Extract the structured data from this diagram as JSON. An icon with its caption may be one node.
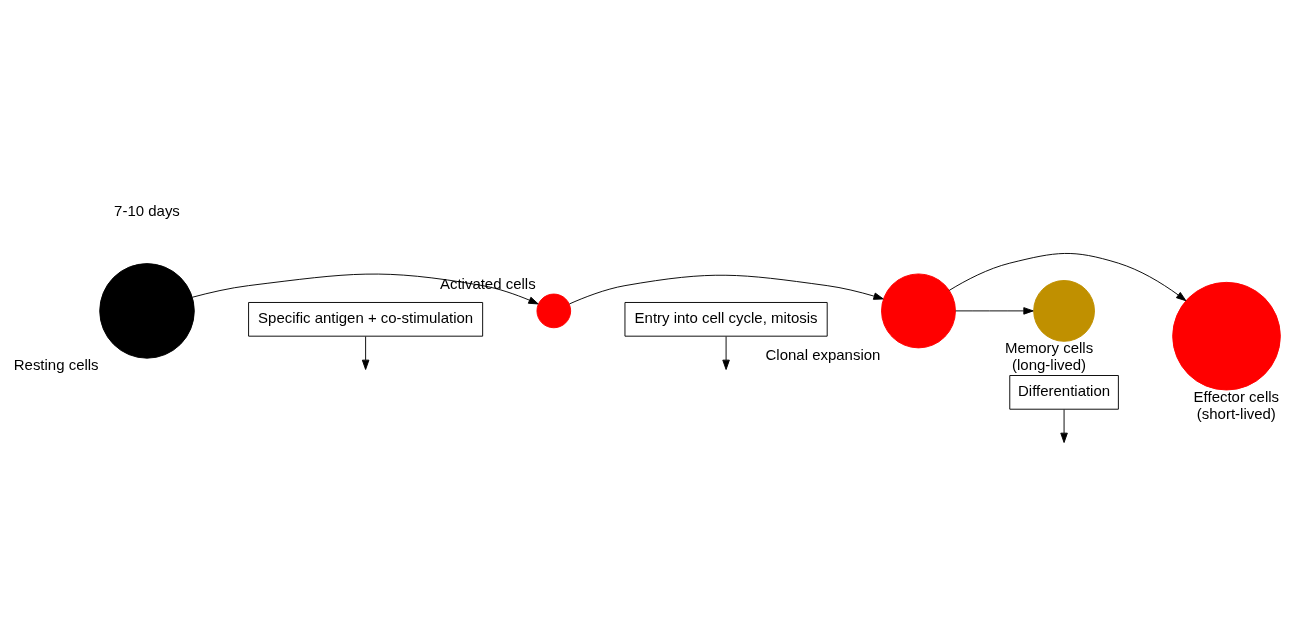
{
  "diagram": {
    "nodes": [
      {
        "text": [],
        "shape": "circle",
        "beside": [
          "Resting cells"
        ]
      },
      {
        "text": [],
        "shape": "circle",
        "beside": [
          "Activated cells"
        ]
      },
      {
        "text": [],
        "shape": "circle",
        "beside": [
          "Clonal expansion"
        ]
      },
      {
        "text": [],
        "shape": "circle",
        "beside": [
          "Effector cells",
          "(short-lived)"
        ]
      },
      {
        "text": [],
        "shape": "circle",
        "beside": [
          "Memory cells",
          "(long-lived)"
        ]
      },
      {
        "text": [
          "Specific antigen + co-stimulation"
        ]
      },
      {
        "text": [
          "Entry into cell cycle, mitosis"
        ]
      },
      {
        "text": [
          "Differentiation"
        ]
      }
    ],
    "edges": [
      {
        "from": 0,
        "to": 1,
        "arrow": "to"
      },
      {
        "from": 1,
        "to": 2,
        "arrow": "to"
      },
      {
        "from": 2,
        "to": 3,
        "arrow": "to"
      },
      {
        "from": 2,
        "to": 4,
        "arrow": "to"
      },
      {
        "from": 5,
        "to": null,
        "arrow": "to"
      },
      {
        "from": 6,
        "to": null,
        "arrow": "to"
      },
      {
        "from": 7,
        "to": null,
        "arrow": "to"
      }
    ],
    "labels": [
      "7-10 days"
    ]
  }
}
